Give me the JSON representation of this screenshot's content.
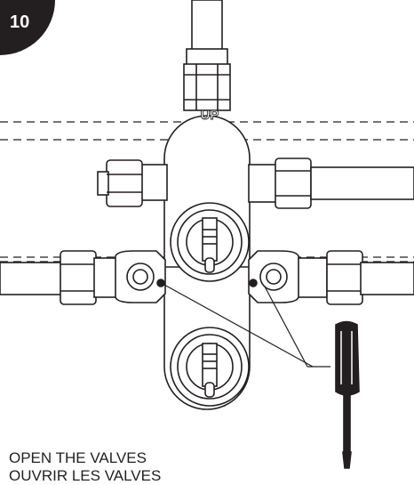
{
  "step": {
    "number": "10"
  },
  "valve": {
    "up_label": "UP"
  },
  "caption": {
    "line1": "OPEN THE VALVES",
    "line2": "OUVRIR LES VALVES"
  },
  "colors": {
    "ink": "#231f20",
    "badge": "#231f20",
    "background": "#ffffff"
  },
  "icons": {
    "tool": "screwdriver-icon"
  }
}
